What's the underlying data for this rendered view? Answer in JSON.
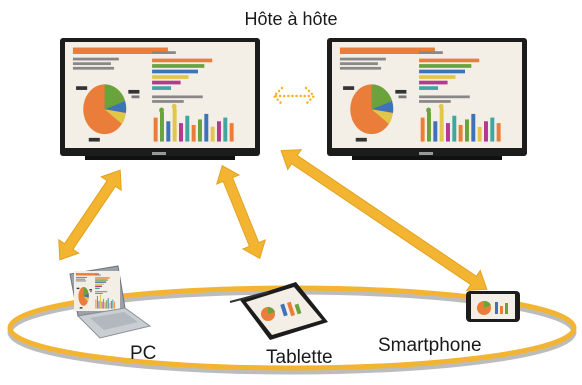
{
  "title": "Hôte à hôte",
  "devices": {
    "pc": "PC",
    "tablet": "Tablette",
    "smartphone": "Smartphone"
  },
  "colors": {
    "arrow": "#f3b531",
    "ellipse": "#f3b531",
    "ellipse_shadow": "#bcbcbc",
    "bezel": "#1c1c1c",
    "slide_bg": "#f4efe6",
    "pie_orange": "#ea7d3a",
    "pie_green": "#6aa23b",
    "pie_blue": "#3f73b9"
  },
  "icons": [
    "display-icon",
    "laptop-icon",
    "tablet-icon",
    "smartphone-icon",
    "double-arrow-icon"
  ]
}
